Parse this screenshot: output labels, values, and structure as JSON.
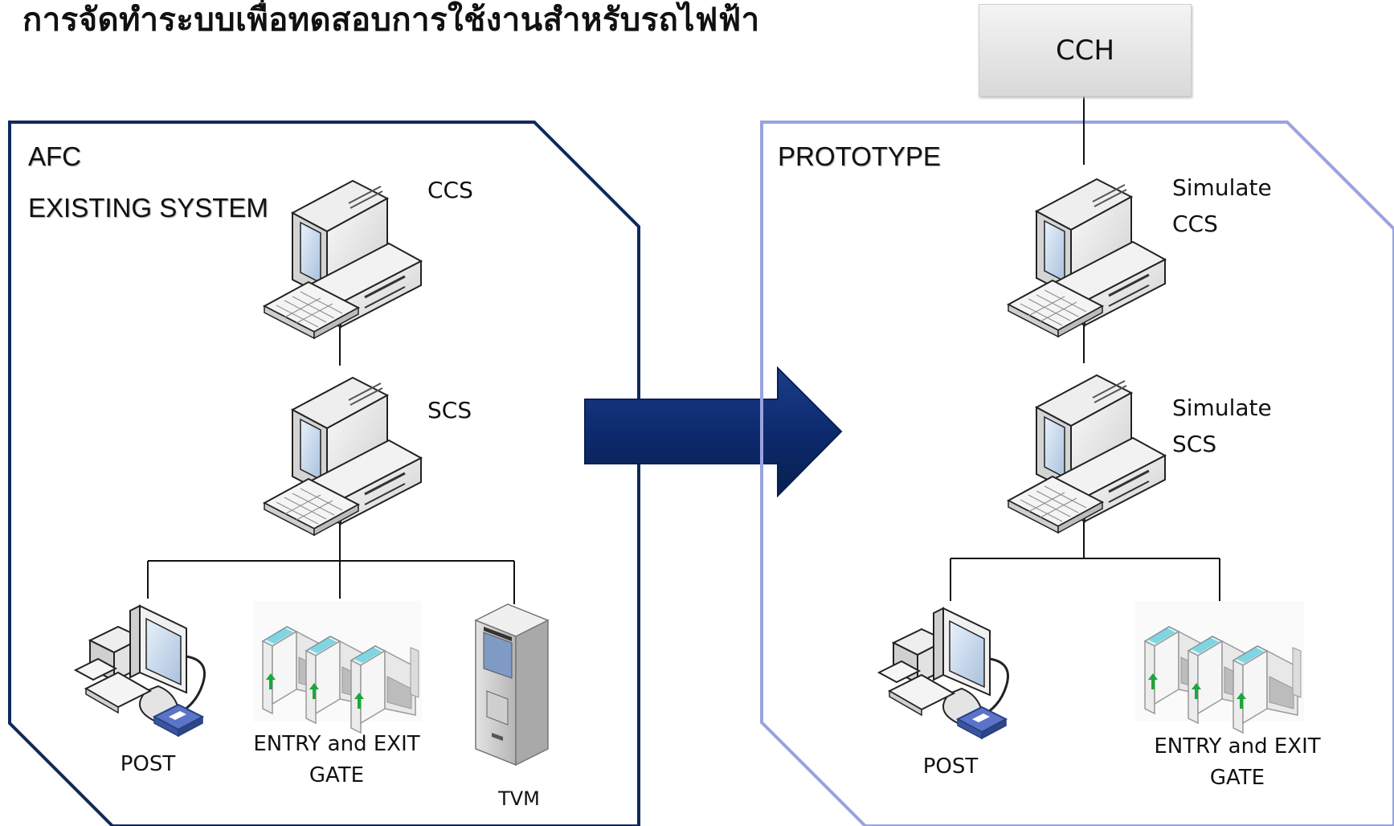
{
  "title": "การจัดทำระบบเพื่อทดสอบการใช้งานสำหรับรถไฟฟ้า",
  "colors": {
    "left_border": "#0f2a5c",
    "right_border": "#9aa3de",
    "arrow": "#0d2a6e",
    "line": "#111111"
  },
  "cch": {
    "label": "CCH"
  },
  "left_panel": {
    "heading_1": "AFC",
    "heading_2": "EXISTING SYSTEM",
    "ccs_label": "CCS",
    "scs_label": "SCS",
    "post_label": "POST",
    "gate_label_1": "ENTRY  and EXIT",
    "gate_label_2": "GATE",
    "tvm_label": "TVM"
  },
  "right_panel": {
    "heading": "PROTOTYPE",
    "ccs_label_1": "Simulate",
    "ccs_label_2": "CCS",
    "scs_label_1": "Simulate",
    "scs_label_2": "SCS",
    "post_label": "POST",
    "gate_label_1": "ENTRY  and EXIT",
    "gate_label_2": "GATE"
  },
  "icons": [
    "computer-icon",
    "pos-terminal-icon",
    "entry-exit-gate-icon",
    "ticket-vending-machine-icon",
    "right-arrow-icon"
  ]
}
